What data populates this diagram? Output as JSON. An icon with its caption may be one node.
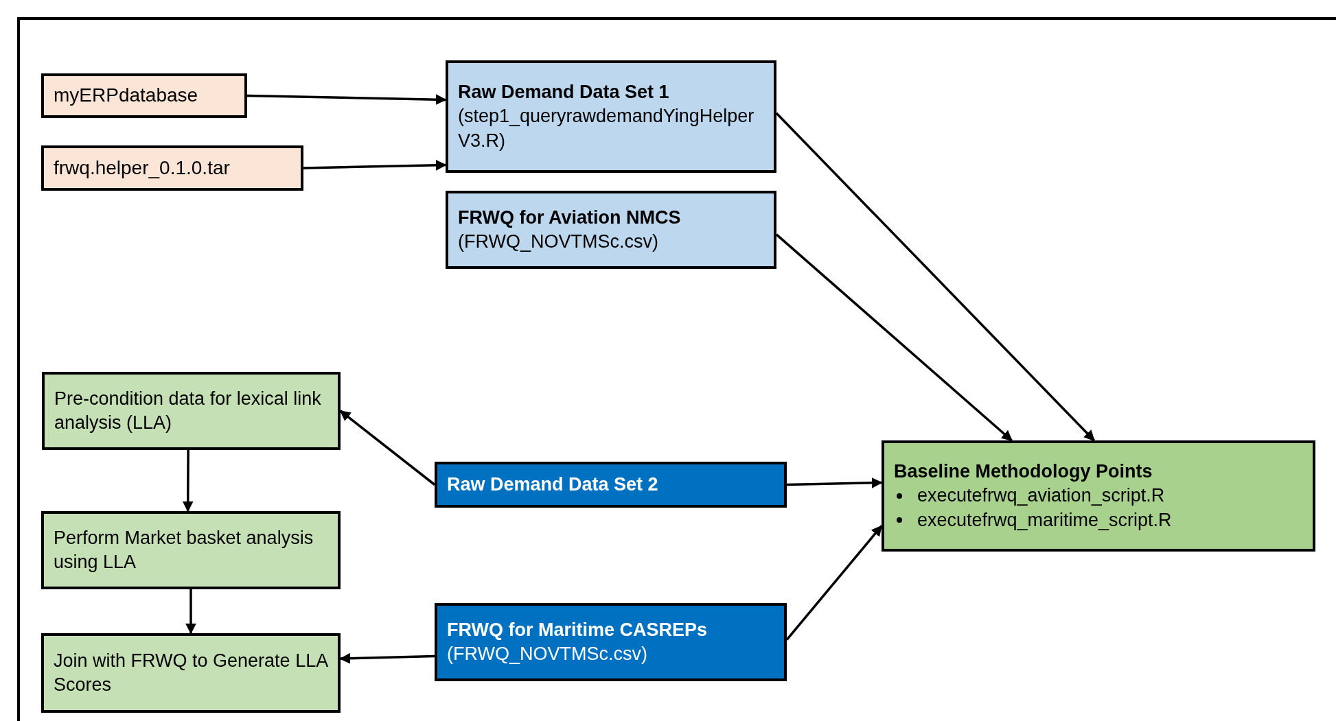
{
  "diagram": {
    "nodes": [
      {
        "text": [
          "myERPdatabase"
        ]
      },
      {
        "text": [
          "frwq.helper_0.1.0.tar"
        ]
      },
      {
        "text": [
          "Raw Demand Data Set 1",
          "(step1_queryrawdemandYingHelperV3.R)"
        ]
      },
      {
        "text": [
          "FRWQ for Aviation NMCS",
          "(FRWQ_NOVTMSc.csv)"
        ]
      },
      {
        "text": [
          "Pre-condition data for lexical link analysis (LLA)"
        ]
      },
      {
        "text": [
          "Raw Demand Data Set 2"
        ]
      },
      {
        "text": [
          "Baseline Methodology Points",
          "executefrwq_aviation_script.R",
          "executefrwq_maritime_script.R"
        ]
      },
      {
        "text": [
          "Perform Market basket analysis using LLA"
        ]
      },
      {
        "text": [
          "FRWQ for Maritime CASREPs",
          "(FRWQ_NOVTMSc.csv)"
        ]
      },
      {
        "text": [
          "Join with FRWQ to Generate LLA Scores"
        ]
      }
    ],
    "edges": [
      {
        "from": 0,
        "to": 2,
        "arrow": "to"
      },
      {
        "from": 1,
        "to": 2,
        "arrow": "to"
      },
      {
        "from": 2,
        "to": 6,
        "arrow": "to"
      },
      {
        "from": 3,
        "to": 6,
        "arrow": "to"
      },
      {
        "from": 5,
        "to": 4,
        "arrow": "to"
      },
      {
        "from": 5,
        "to": 6,
        "arrow": "to"
      },
      {
        "from": 8,
        "to": 6,
        "arrow": "to"
      },
      {
        "from": 8,
        "to": 9,
        "arrow": "to"
      },
      {
        "from": 4,
        "to": 7,
        "arrow": "to"
      },
      {
        "from": 7,
        "to": 9,
        "arrow": "to"
      }
    ]
  }
}
